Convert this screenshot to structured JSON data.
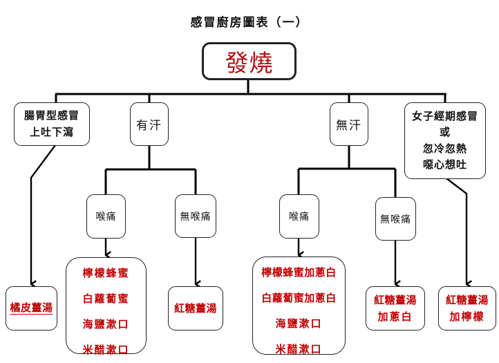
{
  "title": "感冒廚房圖表（一）",
  "root": {
    "label": "發燒",
    "color": "#b01010"
  },
  "conditions": [
    {
      "id": "gastro",
      "lines": [
        "腸胃型感冒",
        "上吐下瀉"
      ]
    },
    {
      "id": "sweat",
      "lines": [
        "有汗"
      ]
    },
    {
      "id": "nosweat",
      "lines": [
        "無汗"
      ]
    },
    {
      "id": "menstrual",
      "lines": [
        "女子經期感冒",
        "或",
        "忽冷忽熱",
        "噁心想吐"
      ]
    }
  ],
  "symptoms": {
    "sweat_sore": "喉痛",
    "sweat_nosore": "無喉痛",
    "nosweat_sore": "喉痛",
    "nosweat_nosore": "無喉痛"
  },
  "remedies": {
    "gastro": {
      "lines": [
        "橘皮薑湯"
      ],
      "is_link": true
    },
    "sweat_sore": {
      "lines": [
        "檸檬蜂蜜",
        "白蘿蔔蜜",
        "海鹽漱口",
        "米醋漱口"
      ]
    },
    "sweat_nosore": {
      "lines": [
        "紅糖薑湯"
      ]
    },
    "nosweat_sore": {
      "lines": [
        "檸檬蜂蜜加蔥白",
        "白蘿蔔蜜加蔥白",
        "海鹽漱口",
        "米醋漱口"
      ]
    },
    "nosweat_nosore": {
      "lines": [
        "紅糖薑湯",
        "加蔥白"
      ]
    },
    "menstrual": {
      "lines": [
        "紅糖薑湯",
        "加檸檬"
      ]
    }
  },
  "colors": {
    "remedy_text": "#c00000",
    "line": "#000000"
  }
}
